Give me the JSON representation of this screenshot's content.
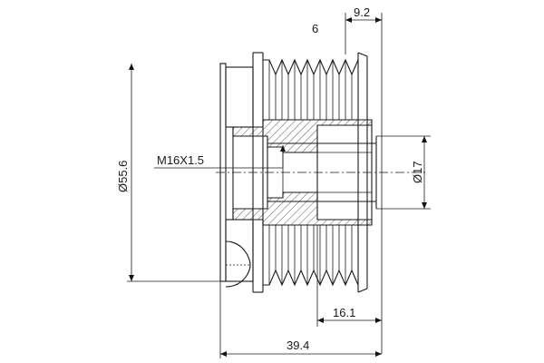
{
  "drawing": {
    "part": "alternator-freewheel-pulley",
    "line_color": "#1a1a1a",
    "background": "#ffffff",
    "dimensions": {
      "width_top": "9.2",
      "groove_pitch": "6",
      "outer_diameter": "Ø55.6",
      "thread": "M16X1.5",
      "bore_diameter": "Ø17",
      "groove_width": "16.1",
      "overall_length": "39.4"
    }
  }
}
